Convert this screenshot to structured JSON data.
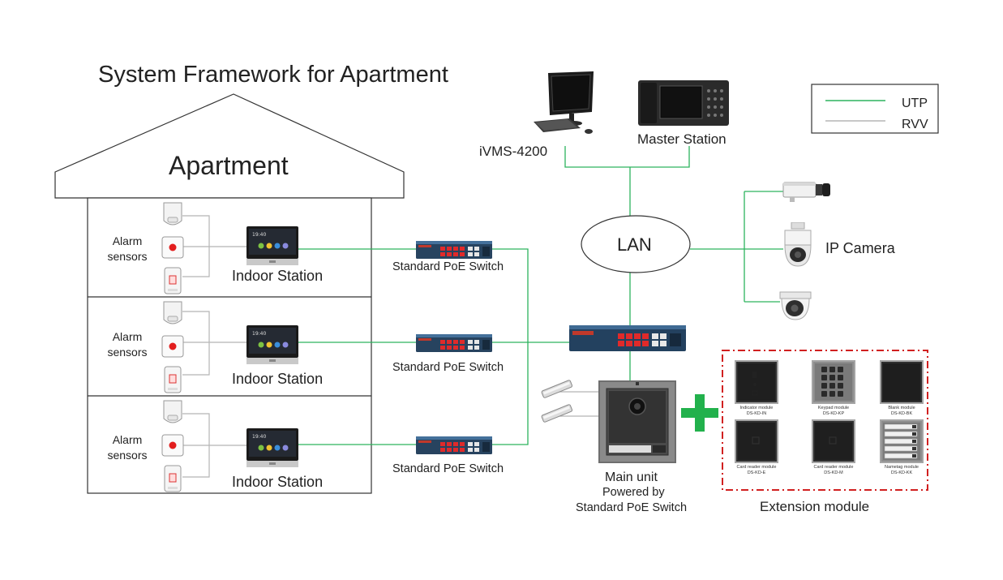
{
  "title": "System Framework for Apartment",
  "house": {
    "label": "Apartment"
  },
  "floors": [
    {
      "sensors_label_1": "Alarm",
      "sensors_label_2": "sensors",
      "station_label": "Indoor Station",
      "switch_label": "Standard PoE Switch"
    },
    {
      "sensors_label_1": "Alarm",
      "sensors_label_2": "sensors",
      "station_label": "Indoor Station",
      "switch_label": "Standard PoE Switch"
    },
    {
      "sensors_label_1": "Alarm",
      "sensors_label_2": "sensors",
      "station_label": "Indoor Station",
      "switch_label": "Standard PoE Switch"
    }
  ],
  "top_devices": {
    "pc_label": "iVMS-4200",
    "master_label": "Master Station"
  },
  "lan_label": "LAN",
  "camera_label": "IP Camera",
  "legend": {
    "utp": "UTP",
    "rvv": "RVV",
    "utp_color": "#2db35e",
    "rvv_color": "#b5b5b5"
  },
  "main_unit": {
    "label": "Main unit",
    "powered_1": "Powered by",
    "powered_2": "Standard PoE Switch"
  },
  "extension": {
    "label": "Extension module",
    "modules": [
      {
        "name": "Indicator module",
        "model": "DS-KD-IN"
      },
      {
        "name": "Keypad module",
        "model": "DS-KD-KP"
      },
      {
        "name": "Blank module",
        "model": "DS-KD-BK"
      },
      {
        "name": "Card reader module",
        "model": "DS-KD-E"
      },
      {
        "name": "Card reader module",
        "model": "DS-KD-M"
      },
      {
        "name": "Nametag module",
        "model": "DS-KD-KK"
      }
    ]
  },
  "screen_time": "19:40"
}
